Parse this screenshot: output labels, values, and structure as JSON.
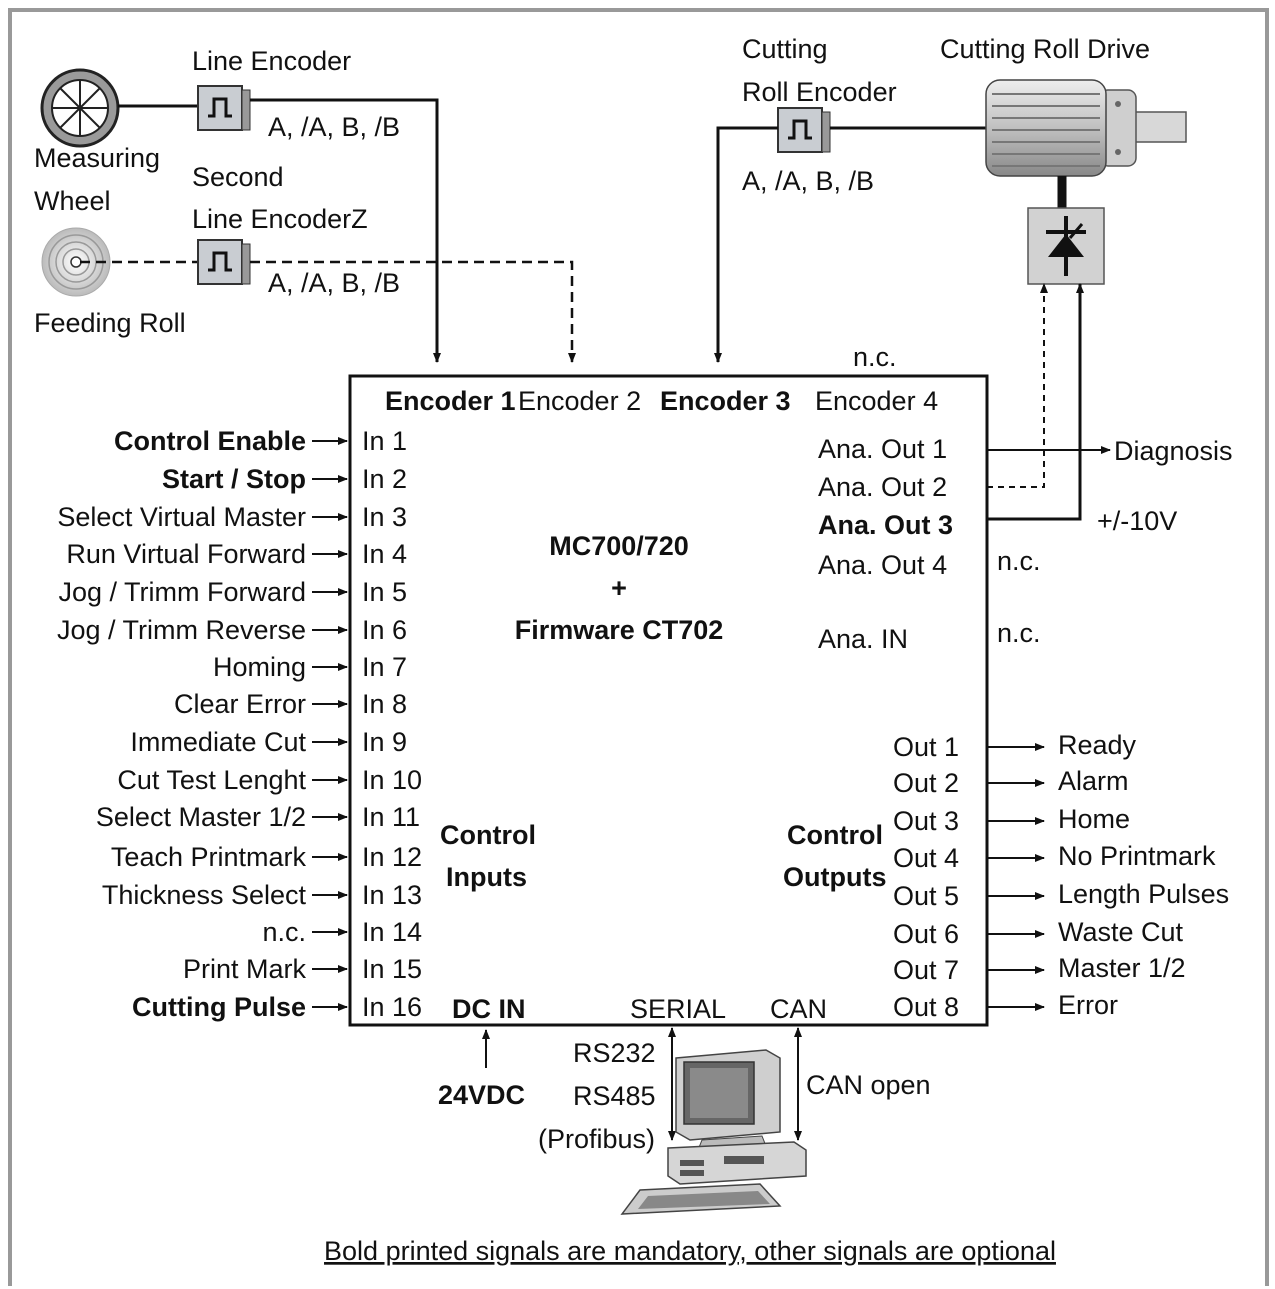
{
  "devices": {
    "line_encoder": "Line Encoder",
    "line_encoder_signals": "A, /A, B, /B",
    "measuring_wheel_line1": "Measuring",
    "measuring_wheel_line2": "Wheel",
    "second_encoder_line1": "Second",
    "second_encoder_line2": "Line EncoderZ",
    "second_encoder_signals": "A, /A, B, /B",
    "feeding_roll": "Feeding Roll",
    "cutting_encoder_line1": "Cutting",
    "cutting_encoder_line2": "Roll Encoder",
    "cutting_encoder_signals": "A, /A, B, /B",
    "cutting_roll_drive": "Cutting Roll Drive"
  },
  "controller": {
    "title": "MC700/720",
    "plus": "+",
    "firmware": "Firmware CT702",
    "encoders": [
      "Encoder 1",
      "Encoder 2",
      "Encoder 3",
      "Encoder 4"
    ],
    "encoder4_note": "n.c.",
    "analog_outputs": [
      "Ana. Out 1",
      "Ana. Out 2",
      "Ana. Out 3",
      "Ana. Out 4"
    ],
    "ana_out4_note": "n.c.",
    "analog_input": "Ana. IN",
    "ana_in_note": "n.c.",
    "diagnosis": "Diagnosis",
    "voltage": "+/-10V",
    "control_inputs_line1": "Control",
    "control_inputs_line2": "Inputs",
    "control_outputs_line1": "Control",
    "control_outputs_line2": "Outputs",
    "dc_in": "DC IN",
    "serial": "SERIAL",
    "can": "CAN",
    "supply": "24VDC",
    "rs232": "RS232",
    "rs485": "RS485",
    "profibus": "(Profibus)",
    "can_open": "CAN open"
  },
  "inputs": [
    {
      "signal": "Control Enable",
      "port": "In 1",
      "bold": true
    },
    {
      "signal": "Start / Stop",
      "port": "In 2",
      "bold": true
    },
    {
      "signal": "Select Virtual Master",
      "port": "In 3",
      "bold": false
    },
    {
      "signal": "Run Virtual Forward",
      "port": "In 4",
      "bold": false
    },
    {
      "signal": "Jog / Trimm Forward",
      "port": "In 5",
      "bold": false
    },
    {
      "signal": "Jog / Trimm Reverse",
      "port": "In 6",
      "bold": false
    },
    {
      "signal": "Homing",
      "port": "In 7",
      "bold": false
    },
    {
      "signal": "Clear Error",
      "port": "In 8",
      "bold": false
    },
    {
      "signal": "Immediate Cut",
      "port": "In 9",
      "bold": false
    },
    {
      "signal": "Cut Test Lenght",
      "port": "In 10",
      "bold": false
    },
    {
      "signal": "Select Master 1/2",
      "port": "In 11",
      "bold": false
    },
    {
      "signal": "Teach Printmark",
      "port": "In 12",
      "bold": false
    },
    {
      "signal": "Thickness Select",
      "port": "In 13",
      "bold": false
    },
    {
      "signal": "n.c.",
      "port": "In 14",
      "bold": false
    },
    {
      "signal": "Print Mark",
      "port": "In 15",
      "bold": false
    },
    {
      "signal": "Cutting Pulse",
      "port": "In 16",
      "bold": true
    }
  ],
  "outputs": [
    {
      "port": "Out 1",
      "signal": "Ready"
    },
    {
      "port": "Out 2",
      "signal": "Alarm"
    },
    {
      "port": "Out 3",
      "signal": "Home"
    },
    {
      "port": "Out 4",
      "signal": "No Printmark"
    },
    {
      "port": "Out 5",
      "signal": "Length Pulses"
    },
    {
      "port": "Out 6",
      "signal": "Waste Cut"
    },
    {
      "port": "Out 7",
      "signal": "Master 1/2"
    },
    {
      "port": "Out 8",
      "signal": "Error"
    }
  ],
  "footnote": "Bold printed signals are mandatory, other signals are optional"
}
